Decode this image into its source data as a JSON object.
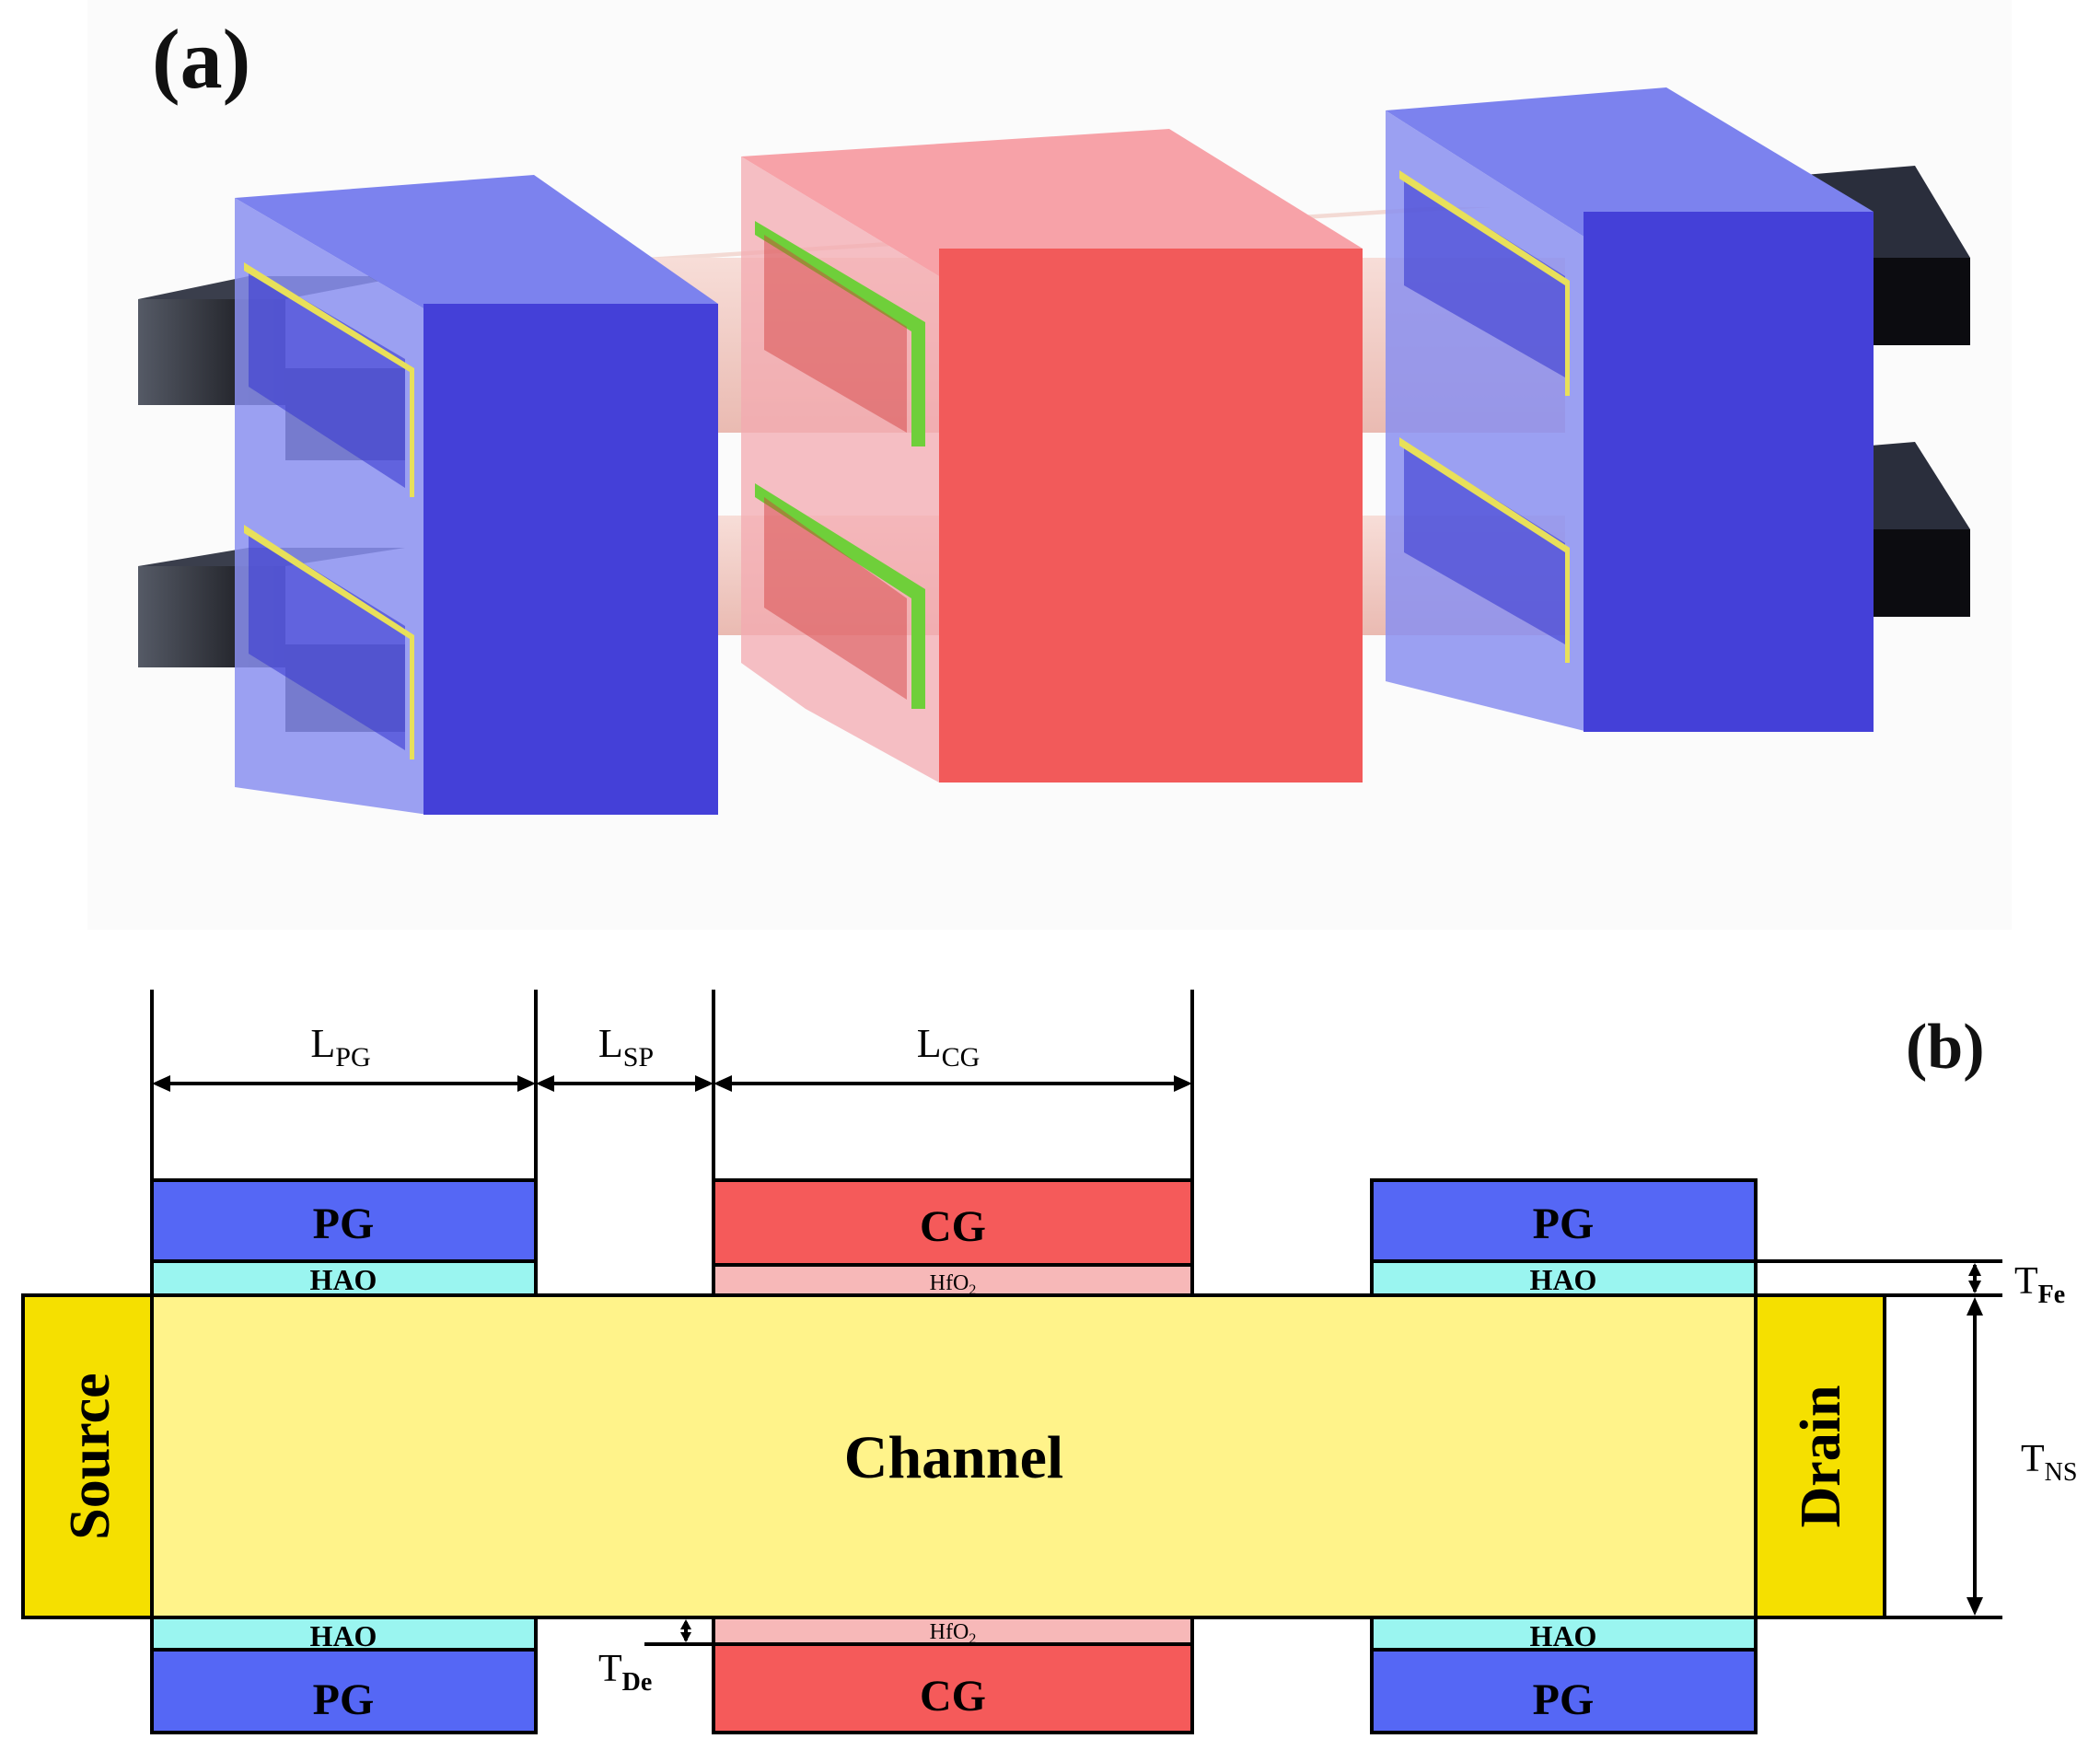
{
  "panel_a": {
    "label": "(a)",
    "colors": {
      "polarity_gate": "#4a4ee6",
      "control_gate": "#f25a5a",
      "control_gate_top": "#f7a2a8",
      "ferroelectric_hao": "#e8e05a",
      "dielectric_hfo2": "#6fcf3a",
      "nanosheet": "#f2c7c0",
      "source_drain": "#1a1a1a"
    }
  },
  "panel_b": {
    "label": "(b)",
    "dimensions": {
      "lpg": {
        "main": "L",
        "sub": "PG"
      },
      "lsp": {
        "main": "L",
        "sub": "SP"
      },
      "lcg": {
        "main": "L",
        "sub": "CG"
      },
      "tfe": {
        "main": "T",
        "sub": "Fe"
      },
      "tns": {
        "main": "T",
        "sub": "NS"
      },
      "tde": {
        "main": "T",
        "sub": "De"
      }
    },
    "blocks": {
      "pg_label": "PG",
      "cg_label": "CG",
      "hao_label": "HAO",
      "hfo2_label": "HfO",
      "hfo2_sub": "2",
      "channel_label": "Channel",
      "source_label": "Source",
      "drain_label": "Drain"
    },
    "colors": {
      "pg": "#5567f5",
      "cg": "#f55a5a",
      "hao": "#9af5f0",
      "hfo2": "#f7b8b8",
      "channel": "#fff38a",
      "source_drain": "#f5e000"
    }
  }
}
